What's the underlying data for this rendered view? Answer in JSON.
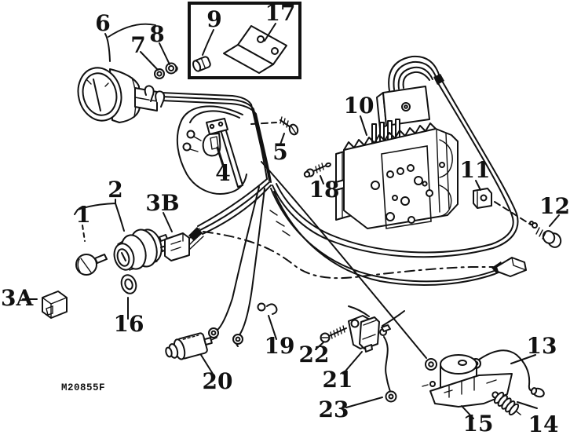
{
  "figure_code": "M20855F",
  "colors": {
    "ink": "#111111",
    "background": "#ffffff"
  },
  "callouts": {
    "c1": "1",
    "c2": "2",
    "c3a": "3A",
    "c3b": "3B",
    "c4": "4",
    "c5": "5",
    "c6": "6",
    "c7": "7",
    "c8": "8",
    "c9": "9",
    "c10": "10",
    "c11": "11",
    "c12": "12",
    "c13": "13",
    "c14": "14",
    "c15": "15",
    "c16": "16",
    "c17": "17",
    "c18": "18",
    "c19": "19",
    "c20": "20",
    "c21": "21",
    "c22": "22",
    "c23": "23"
  }
}
